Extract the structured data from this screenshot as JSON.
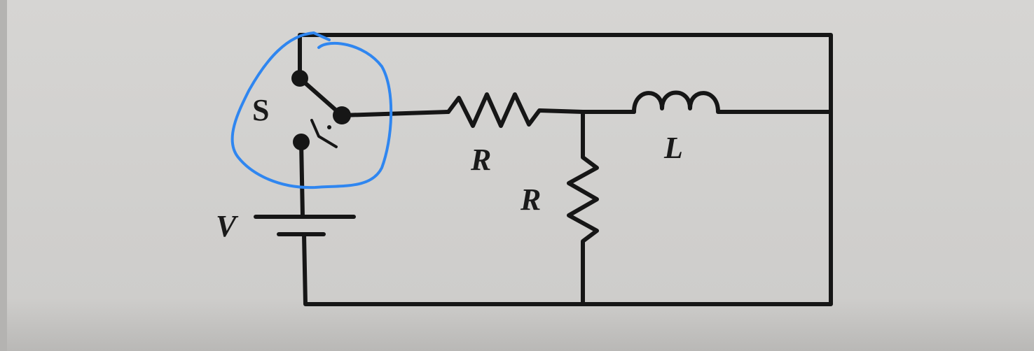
{
  "diagram": {
    "type": "circuit",
    "labels": {
      "switch": "S",
      "resistor_series": "R",
      "resistor_shunt": "R",
      "inductor": "L",
      "battery": "V"
    },
    "colors": {
      "background": "#d2d1cf",
      "wire": "#161616",
      "annotation": "#2f86f0"
    }
  }
}
